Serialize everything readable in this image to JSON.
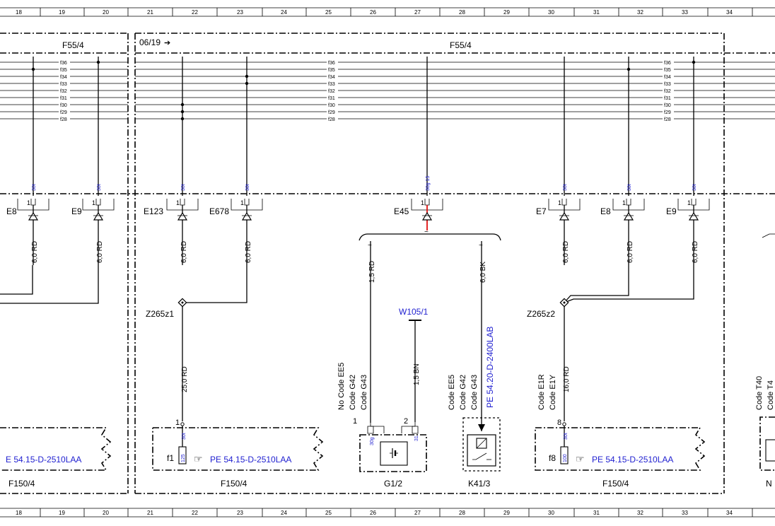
{
  "ruler": {
    "columns": [
      "18",
      "19",
      "20",
      "21",
      "22",
      "23",
      "24",
      "25",
      "26",
      "27",
      "28",
      "29",
      "30",
      "31",
      "32",
      "33",
      "34"
    ]
  },
  "header": {
    "date_marker": "06/19"
  },
  "fuse_blocks": {
    "left": "F55/4",
    "main": "F55/4"
  },
  "bus_labels": [
    "f36",
    "f35",
    "f34",
    "f33",
    "f32",
    "f31",
    "f30",
    "f29",
    "f28"
  ],
  "wires": [
    {
      "id": "w1",
      "terminal": "30t",
      "pin": "1",
      "ground_label": "E8",
      "wire_spec": "6,0 RD"
    },
    {
      "id": "w2",
      "terminal": "30t",
      "pin": "1",
      "ground_label": "E9",
      "wire_spec": "6,0 RD"
    },
    {
      "id": "w3",
      "terminal": "30t",
      "pin": "1",
      "ground_label": "E123",
      "wire_spec": "6,0 RD"
    },
    {
      "id": "w4",
      "terminal": "30t",
      "pin": "1",
      "ground_label": "E678",
      "wire_spec": "6,0 RD"
    },
    {
      "id": "w5",
      "terminal": "30g 15",
      "pin": "1",
      "ground_label": "E45",
      "wire_spec": ""
    },
    {
      "id": "w6",
      "terminal": "30t",
      "pin": "1",
      "ground_label": "E7",
      "wire_spec": "6,0 RD"
    },
    {
      "id": "w7",
      "terminal": "30t",
      "pin": "1",
      "ground_label": "E8",
      "wire_spec": "6,0 RD"
    },
    {
      "id": "w8",
      "terminal": "30t",
      "pin": "1",
      "ground_label": "E9",
      "wire_spec": "6,0 RD"
    }
  ],
  "branches": {
    "left": {
      "wire_spec": "1,5 RD",
      "codes": [
        "No Code EE5",
        "Code G42",
        "Code G43"
      ]
    },
    "right": {
      "wire_spec": "6,0 BK",
      "codes": [
        "Code EE5",
        "Code G42",
        "Code G43"
      ],
      "ref": "PE 54.20-D-2400LAB"
    }
  },
  "junctions": {
    "z1": "Z265z1",
    "z2": "Z265z2"
  },
  "lower_wires": {
    "w1": "25,0 RD",
    "w2": "1,5 BN",
    "w3": "16,0 RD",
    "w2_top": "W105/1",
    "w3_codes": [
      "Code E1R",
      "Code E1Y"
    ],
    "far_codes": [
      "Code T40",
      "Code T4"
    ]
  },
  "components": {
    "f1": {
      "pin": "1",
      "fuse": "f1",
      "rating": "125",
      "terminal": "30t",
      "ref": "PE 54.15-D-2510LAA",
      "label": "F150/4"
    },
    "f8": {
      "pin": "8",
      "fuse": "f8",
      "rating": "100",
      "terminal": "30t",
      "ref": "PE 54.15-D-2510LAA",
      "label": "F150/4"
    },
    "left": {
      "ref": "E 54.15-D-2510LAA",
      "label": "F150/4"
    },
    "g1": {
      "pin1": "1",
      "pin2": "2",
      "term1": "30g",
      "term2": "31",
      "label": "G1/2"
    },
    "k41": {
      "label": "K41/3"
    },
    "far": {
      "label": "N"
    }
  },
  "colors": {
    "line": "#000000",
    "link": "#1f1fd0",
    "highlight": "#e01010"
  }
}
